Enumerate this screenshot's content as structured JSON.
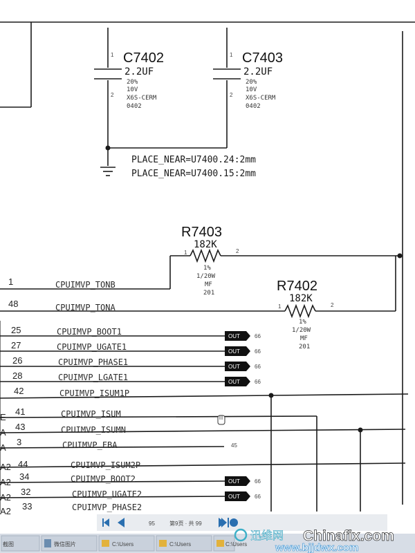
{
  "capacitors": [
    {
      "ref": "C7402",
      "value": "2.2UF",
      "tol": "20%",
      "volt": "10V",
      "diel": "X6S-CERM",
      "pkg": "0402",
      "pin1": "1",
      "pin2": "2"
    },
    {
      "ref": "C7403",
      "value": "2.2UF",
      "tol": "20%",
      "volt": "10V",
      "diel": "X6S-CERM",
      "pkg": "0402",
      "pin1": "1",
      "pin2": "2"
    }
  ],
  "notes": [
    "PLACE_NEAR=U7400.24:2mm",
    "PLACE_NEAR=U7400.15:2mm"
  ],
  "resistors": [
    {
      "ref": "R7403",
      "value": "182K",
      "tol": "1%",
      "power": "1/20W",
      "type": "MF",
      "pkg": "201",
      "pin1": "1",
      "pin2": "2"
    },
    {
      "ref": "R7402",
      "value": "182K",
      "tol": "1%",
      "power": "1/20W",
      "type": "MF",
      "pkg": "201",
      "pin1": "1",
      "pin2": "2"
    }
  ],
  "nets": [
    {
      "pin": "1",
      "name": "CPUIMVP_TONB"
    },
    {
      "pin": "48",
      "name": "CPUIMVP_TONA"
    },
    {
      "pin": "25",
      "name": "CPUIMVP_BOOT1"
    },
    {
      "pin": "27",
      "name": "CPUIMVP_UGATE1"
    },
    {
      "pin": "26",
      "name": "CPUIMVP_PHASE1"
    },
    {
      "pin": "28",
      "name": "CPUIMVP_LGATE1"
    },
    {
      "pin": "42",
      "name": "CPUIMVP_ISUM1P"
    },
    {
      "pin": "41",
      "name": "CPUIMVP_ISUM"
    },
    {
      "pin": "43",
      "name": "CPUIMVP_ISUMN"
    },
    {
      "pin": "3",
      "name": "CPUIMVP_FBA"
    },
    {
      "pin": "44",
      "name": "CPUIMVP_ISUM2P"
    },
    {
      "pin": "34",
      "name": "CPUIMVP_BOOT2"
    },
    {
      "pin": "32",
      "name": "CPUIMVP_UGATE2"
    },
    {
      "pin": "33",
      "name": "CPUIMVP_PHASE2"
    }
  ],
  "left_edge_letters": [
    "E",
    "A",
    "A",
    "A2",
    "A2",
    "A2",
    "A2"
  ],
  "out_tag": "OUT",
  "offpage_refs": [
    "66",
    "66",
    "66",
    "66",
    "66",
    "66"
  ],
  "fba_ref": "45",
  "toolbar": {
    "page_label": "第9页 · 共 99",
    "page_num": "95"
  },
  "taskbar": {
    "items": [
      "截图",
      "微信图片",
      "C:\\Users",
      "C:\\Users",
      "C:\\Users"
    ]
  },
  "watermark": {
    "cn": "迅维网",
    "en": "Chinafix.com",
    "url": "www.bjjdwx.com"
  },
  "colors": {
    "line": "#1a1a1a",
    "taskbar": "#d7dde6",
    "accent": "#2a6fb0"
  }
}
